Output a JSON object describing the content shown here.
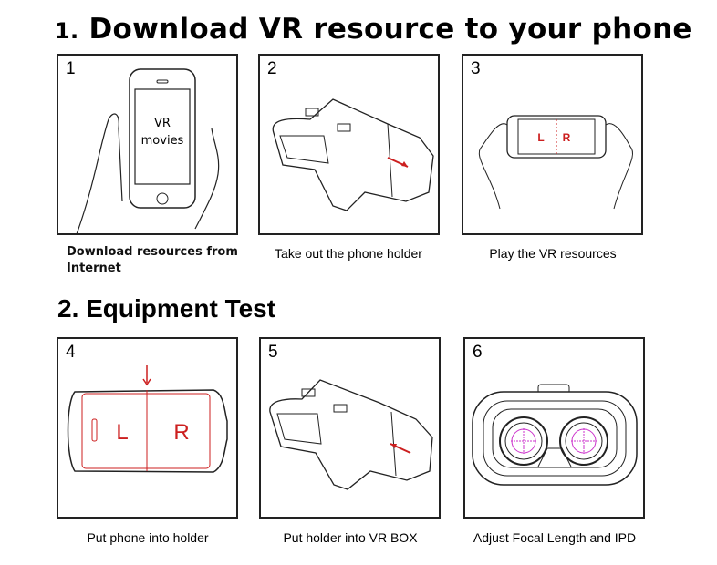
{
  "section1": {
    "number": "1.",
    "title": "Download VR resource to your phone"
  },
  "section2": {
    "title": "2. Equipment Test"
  },
  "steps": [
    {
      "number": "1",
      "caption": "Download resources from Internet",
      "screen_text_1": "VR",
      "screen_text_2": "movies"
    },
    {
      "number": "2",
      "caption": "Take out the phone holder"
    },
    {
      "number": "3",
      "caption": "Play the VR resources",
      "left": "L",
      "right": "R"
    },
    {
      "number": "4",
      "caption": "Put phone into holder",
      "left": "L",
      "right": "R"
    },
    {
      "number": "5",
      "caption": "Put holder into VR BOX"
    },
    {
      "number": "6",
      "caption": "Adjust Focal Length and IPD"
    }
  ],
  "colors": {
    "accent": "#cc1f1f",
    "lens_marks": "#cc33cc"
  }
}
